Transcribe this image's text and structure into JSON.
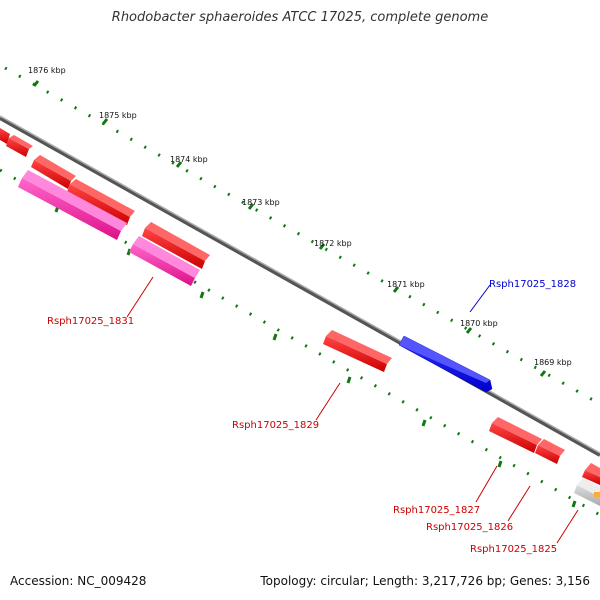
{
  "title": "Rhodobacter sphaeroides ATCC 17025, complete genome",
  "ticks": [
    {
      "label": "1876 kbp"
    },
    {
      "label": "1875 kbp"
    },
    {
      "label": "1874 kbp"
    },
    {
      "label": "1873 kbp"
    },
    {
      "label": "1872 kbp"
    },
    {
      "label": "1871 kbp"
    },
    {
      "label": "1870 kbp"
    },
    {
      "label": "1869 kbp"
    }
  ],
  "genes": [
    {
      "label": "Rsph17025_1831",
      "color": "#cc0000"
    },
    {
      "label": "Rsph17025_1829",
      "color": "#cc0000"
    },
    {
      "label": "Rsph17025_1828",
      "color": "#0000cc"
    },
    {
      "label": "Rsph17025_1827",
      "color": "#cc0000"
    },
    {
      "label": "Rsph17025_1826",
      "color": "#cc0000"
    },
    {
      "label": "Rsph17025_1825",
      "color": "#cc0000"
    }
  ],
  "colors": {
    "cds": "#ee0000",
    "cds_highlight": "#0000ee",
    "rna": "#ee2299",
    "backbone": "#777777",
    "ruler": "#117711",
    "pseudo": "#bbbbbb"
  },
  "footer": {
    "accession": "Accession: NC_009428",
    "stats": "Topology: circular; Length: 3,217,726 bp; Genes: 3,156"
  }
}
